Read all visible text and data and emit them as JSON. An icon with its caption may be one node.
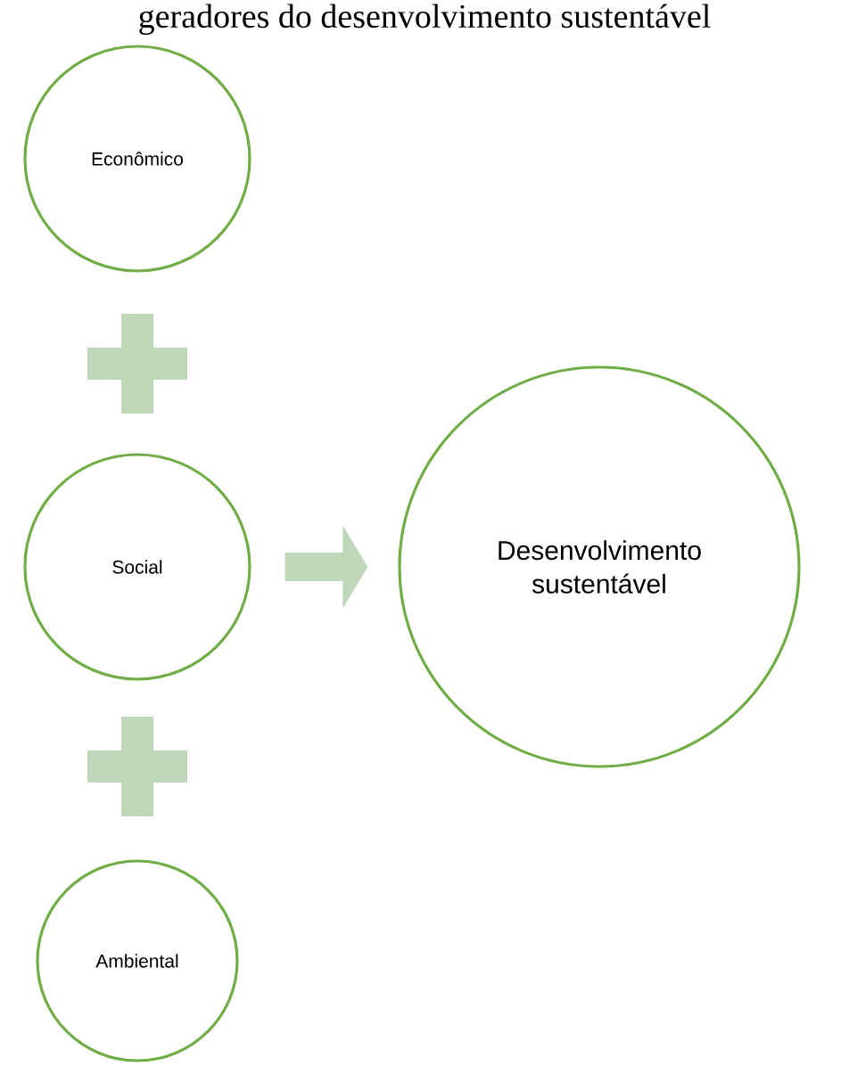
{
  "diagram": {
    "title": "geradores do desenvolvimento sustentável",
    "nodes": [
      {
        "text": [
          "Econômico"
        ]
      },
      {
        "text": [
          "Social"
        ]
      },
      {
        "text": [
          "Ambiental"
        ]
      },
      {
        "text": [
          "Desenvolvimento sustentável"
        ]
      }
    ],
    "edges": [
      {
        "from": 1,
        "to": 3,
        "arrow": "to"
      }
    ]
  }
}
